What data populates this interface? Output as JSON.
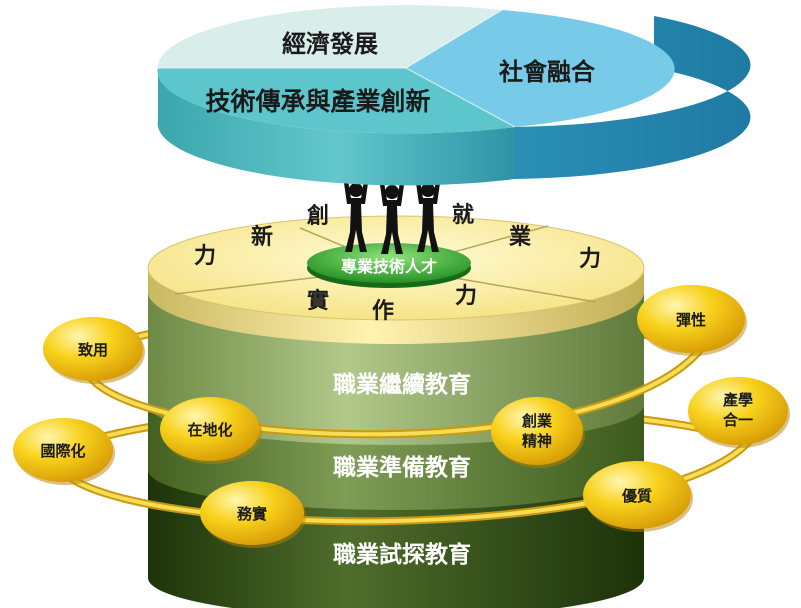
{
  "pie": {
    "segment_economic": "經濟發展",
    "segment_social": "社會融合",
    "segment_heritage": "技術傳承與產業創新"
  },
  "platform": {
    "center_label": "專業技術人才",
    "innovation_chars": [
      "創",
      "新",
      "力"
    ],
    "employment_chars": [
      "就",
      "業",
      "力"
    ],
    "practice_chars": [
      "實",
      "作",
      "力"
    ]
  },
  "layers": {
    "continuing": "職業繼續教育",
    "preparation": "職業準備教育",
    "exploration": "職業試探教育"
  },
  "badges": {
    "practical": "致用",
    "local": "在地化",
    "international": "國際化",
    "pragmatic": "務實",
    "entrepreneurship": [
      "創業",
      "精神"
    ],
    "flexibility": "彈性",
    "industry_academia": [
      "產學",
      "合一"
    ],
    "quality": "優質"
  },
  "colors": {
    "pie_top_left": "#d6ece8",
    "pie_top_right": "#72c7e6",
    "pie_front": "#5cc5cc",
    "platform_top": "#fdf2a8",
    "layer_upper": "#8aa45e",
    "layer_middle": "#5c7a36",
    "layer_lower": "#324d18",
    "badge": "#f6c915",
    "ring": "#f2cd2a",
    "center_disc": "#2f9e2f"
  }
}
